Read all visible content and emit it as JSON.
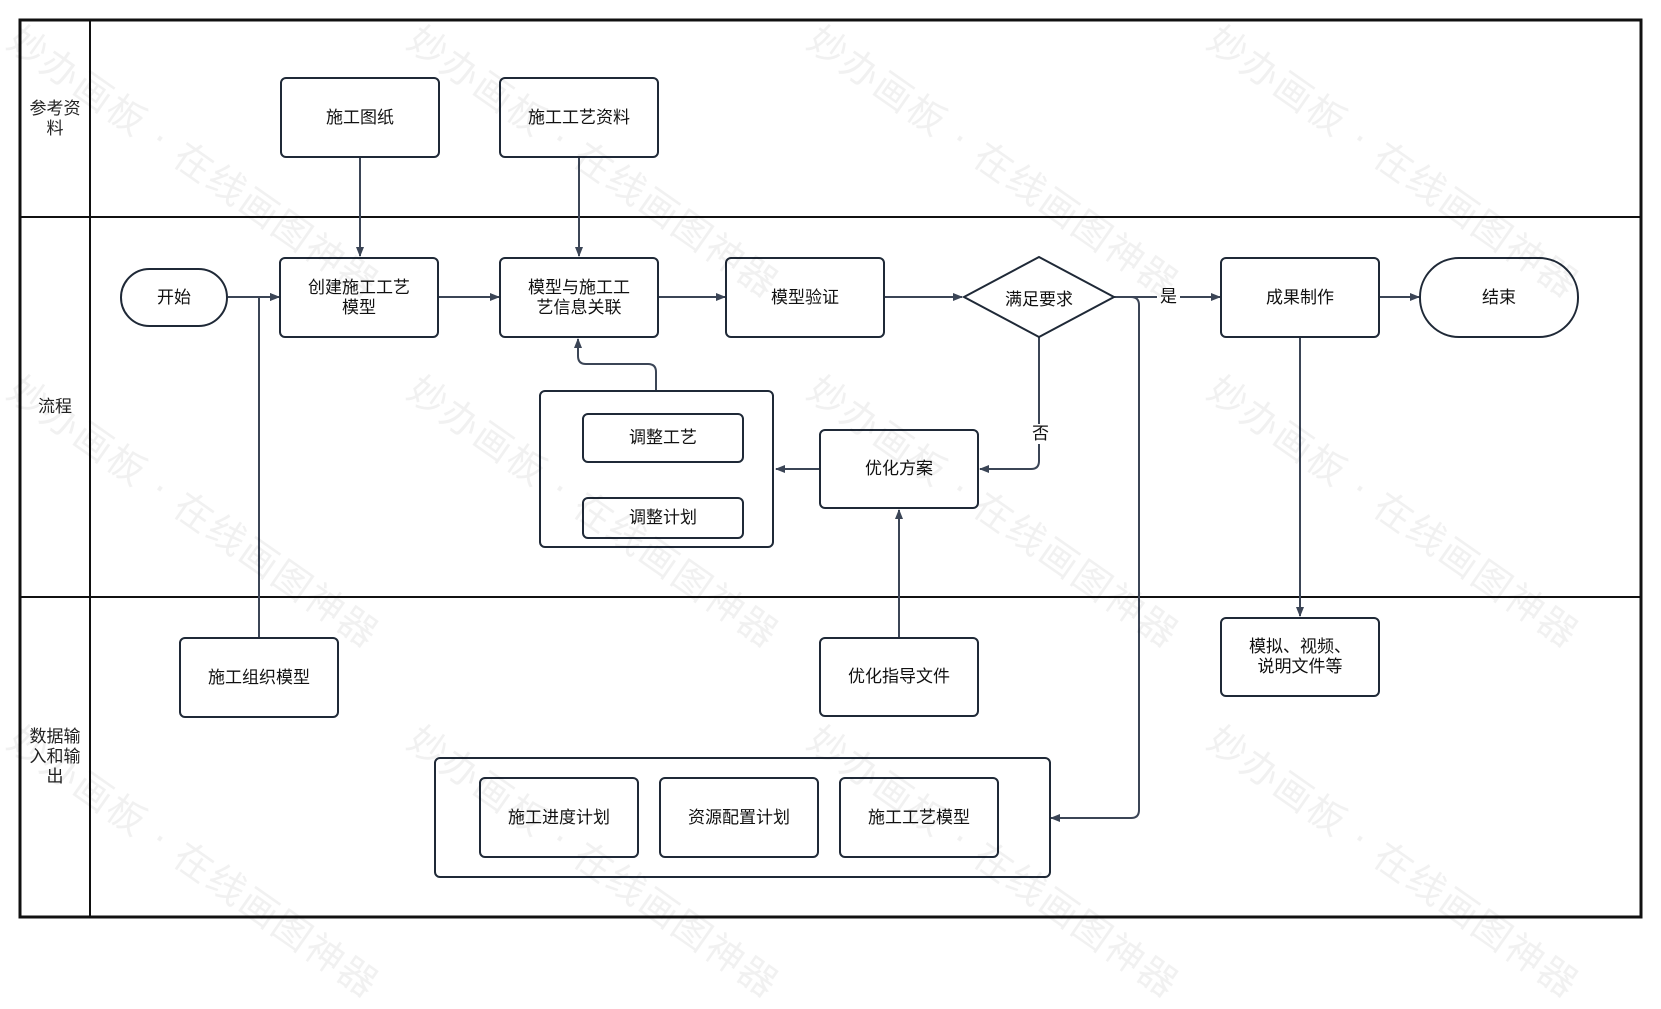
{
  "lanes": [
    {
      "id": "ref",
      "label": "参考资料"
    },
    {
      "id": "process",
      "label": "流程"
    },
    {
      "id": "data",
      "label": "数据输入和输出"
    }
  ],
  "nodes": {
    "drawings": "施工图纸",
    "process_docs": "施工工艺资料",
    "start": "开始",
    "create_model_l1": "创建施工工艺",
    "create_model_l2": "模型",
    "link_l1": "模型与施工工",
    "link_l2": "艺信息关联",
    "verify": "模型验证",
    "decision": "满足要求",
    "produce": "成果制作",
    "end": "结束",
    "adjust_process": "调整工艺",
    "adjust_plan": "调整计划",
    "optimize": "优化方案",
    "org_model": "施工组织模型",
    "guide_doc": "优化指导文件",
    "outputs_l1": "模拟、视频、",
    "outputs_l2": "说明文件等",
    "schedule": "施工进度计划",
    "resource": "资源配置计划",
    "process_model": "施工工艺模型"
  },
  "edge_labels": {
    "yes": "是",
    "no": "否"
  },
  "watermark": "妙办画板 · 在线画图神器",
  "colors": {
    "line": "#3b4556",
    "border": "#1f2937"
  }
}
